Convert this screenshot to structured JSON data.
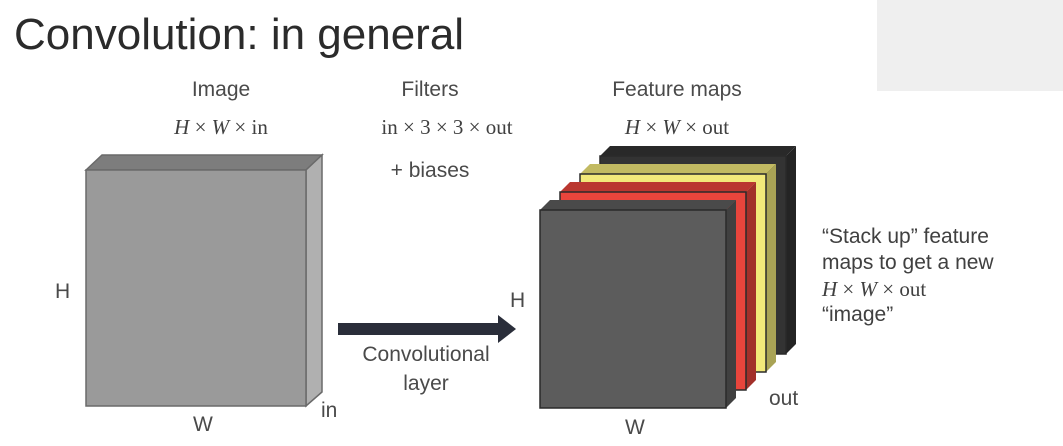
{
  "title": "Convolution: in general",
  "image": {
    "label": "Image",
    "dims": {
      "h": "H",
      "w": "W",
      "in": "in",
      "times": "×"
    },
    "height_label": "H",
    "width_label": "W",
    "depth_label": "in"
  },
  "filters": {
    "label": "Filters",
    "dims_text": "in × 3 × 3 × out",
    "biases": "+ biases"
  },
  "layer": {
    "line1": "Convolutional",
    "line2": "layer"
  },
  "feature_maps": {
    "label": "Feature maps",
    "dims": {
      "h": "H",
      "w": "W",
      "out": "out",
      "times": "×"
    },
    "height_label": "H",
    "width_label": "W",
    "depth_label": "out",
    "layer_colors": [
      "#333333",
      "#f2e97a",
      "#e8453c",
      "#5c5c5c"
    ]
  },
  "note": {
    "line1": "“Stack up” feature",
    "line2": "maps to get a new",
    "line3_h": "H",
    "line3_w": "W",
    "line3_out": "out",
    "times": "×",
    "line4": "“image”"
  },
  "colors": {
    "input_front": "#9a9a9a",
    "input_top": "#7d7d7d",
    "input_side": "#b0b0b0",
    "arrow": "#2a2e3a"
  }
}
